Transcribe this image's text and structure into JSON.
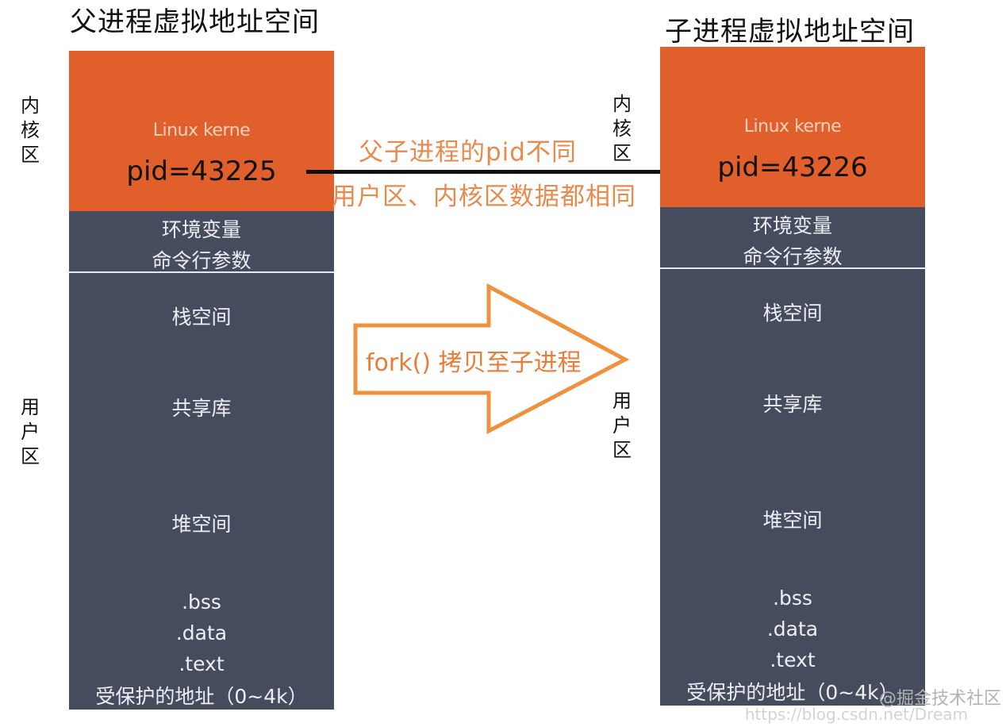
{
  "parent": {
    "title": "父进程虚拟地址空间",
    "kernel_name": "Linux kerne",
    "pid": "pid=43225",
    "env_line1": "环境变量",
    "env_line2": "命令行参数",
    "stack": "栈空间",
    "shared_lib": "共享库",
    "heap": "堆空间",
    "bss": ".bss",
    "data": ".data",
    "text": ".text",
    "protected": "受保护的地址（0~4k）",
    "kernel_label": [
      "内",
      "核",
      "区"
    ],
    "user_label": [
      "用",
      "户",
      "区"
    ]
  },
  "child": {
    "title": "子进程虚拟地址空间",
    "kernel_name": "Linux kerne",
    "pid": "pid=43226",
    "env_line1": "环境变量",
    "env_line2": "命令行参数",
    "stack": "栈空间",
    "shared_lib": "共享库",
    "heap": "堆空间",
    "bss": ".bss",
    "data": ".data",
    "text": ".text",
    "protected": "受保护的地址（0~4k）",
    "kernel_label": [
      "内",
      "核",
      "区"
    ],
    "user_label": [
      "用",
      "户",
      "区"
    ]
  },
  "notes": {
    "pid_diff": "父子进程的pid不同",
    "data_same": "用户区、内核区数据都相同",
    "fork_copy": "fork() 拷贝至子进程"
  },
  "watermark": {
    "community": "@掘金技术社区",
    "url": "https://blog.csdn.net/Dream"
  },
  "colors": {
    "kernel_orange": "#e05f2a",
    "user_slate": "#454c5d",
    "note_orange": "#e88a4c",
    "arrow_orange": "#f0913f"
  }
}
